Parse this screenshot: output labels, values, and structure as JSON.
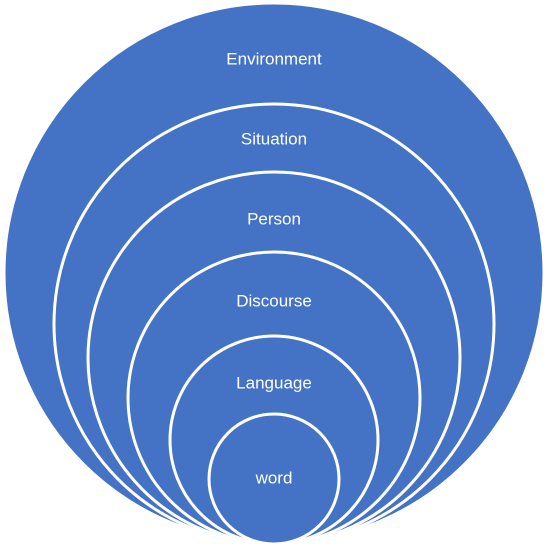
{
  "diagram": {
    "colors": {
      "fill": "#4472c4",
      "stroke": "#ffffff",
      "text": "#ffffff",
      "background": "#ffffff"
    },
    "layers": [
      {
        "label": "Environment"
      },
      {
        "label": "Situation"
      },
      {
        "label": "Person"
      },
      {
        "label": "Discourse"
      },
      {
        "label": "Language"
      },
      {
        "label": "word"
      }
    ]
  }
}
